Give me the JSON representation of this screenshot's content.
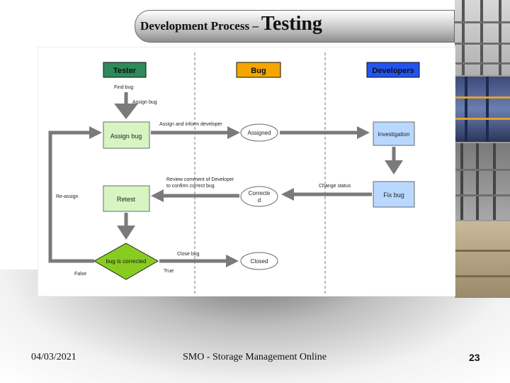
{
  "slide": {
    "title_part1": "Development Process –",
    "title_part2": "Testing"
  },
  "diagram": {
    "lanes": {
      "tester": "Tester",
      "bug": "Bug",
      "developers": "Developers"
    },
    "nodes": {
      "assign_bug": "Assign bug",
      "assigned": "Assigned",
      "investigation": "Investigation",
      "fix_bug": "Fix bug",
      "corrected_line1": "Correcte",
      "corrected_line2": "d",
      "retest": "Retest",
      "decision": "bug is corrected",
      "closed": "Closed"
    },
    "labels": {
      "find_bug": "Find bug",
      "assign_bug_step": "Assign bug",
      "assign_inform": "Assign and inform developer",
      "change_status": "Change status",
      "review_line1": "Review comment of Developer",
      "review_line2": "to confirm correct bug",
      "re_assign": "Re-assign",
      "close_bug": "Close bug",
      "true": "True",
      "false": "False"
    },
    "colors": {
      "tester": "#2f8a5a",
      "bug": "#f5a500",
      "developers": "#2255ee",
      "green_box": "#d6f5c2",
      "blue_box": "#b8d8ff",
      "decision": "#88cc22",
      "arrow": "#7a7a7a"
    }
  },
  "footer": {
    "date": "04/03/2021",
    "center": "SMO - Storage Management Online",
    "page": "23"
  }
}
